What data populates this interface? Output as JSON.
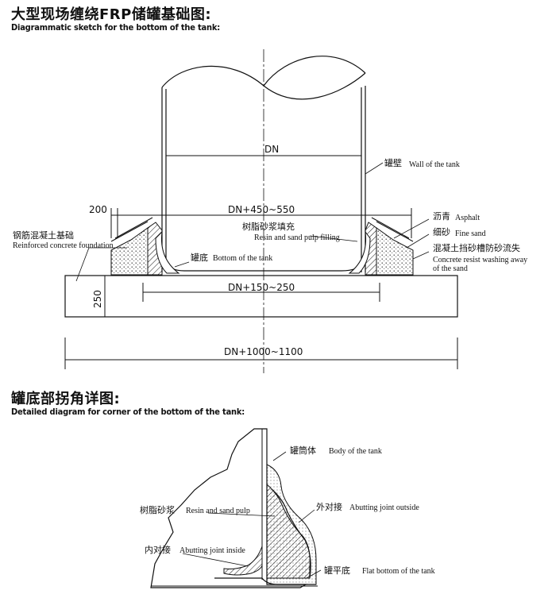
{
  "titles": {
    "main_cn": "大型现场缠绕FRP储罐基础图:",
    "main_en": "Diagrammatic sketch for the bottom of the tank:",
    "detail_cn": "罐底部拐角详图:",
    "detail_en": "Detailed diagram for corner of the bottom of the tank:"
  },
  "dimensions": {
    "dn": "DN",
    "dn_450_550": "DN+450~550",
    "dn_150_250": "DN+150~250",
    "dn_1000_1100": "DN+1000~1100",
    "d200": "200",
    "d250": "250"
  },
  "labels": {
    "tank_wall_cn": "罐壁",
    "tank_wall_en": "Wall of the tank",
    "asphalt_cn": "沥青",
    "asphalt_en": "Asphalt",
    "fine_sand_cn": "细砂",
    "fine_sand_en": "Fine sand",
    "groove_cn": "混凝土挡砂槽防砂流失",
    "groove_en1": "Concrete resist washing away",
    "groove_en2": "of the sand",
    "foundation_cn": "钢筋混凝土基础",
    "foundation_en": "Reinforced concrete foundation",
    "resin_fill_cn": "树脂砂浆填充",
    "resin_fill_en": "Resin and sand pulp filling",
    "tank_bottom_cn": "罐底",
    "tank_bottom_en": "Bottom of the tank"
  },
  "detail_labels": {
    "body_cn": "罐筒体",
    "body_en": "Body of the tank",
    "resin_cn": "树脂砂浆",
    "resin_en": "Resin and sand pulp",
    "outside_cn": "外对接",
    "outside_en": "Abutting joint outside",
    "inside_cn": "内对接",
    "inside_en": "Abutting joint inside",
    "flat_cn": "罐平底",
    "flat_en": "Flat bottom of the tank"
  }
}
